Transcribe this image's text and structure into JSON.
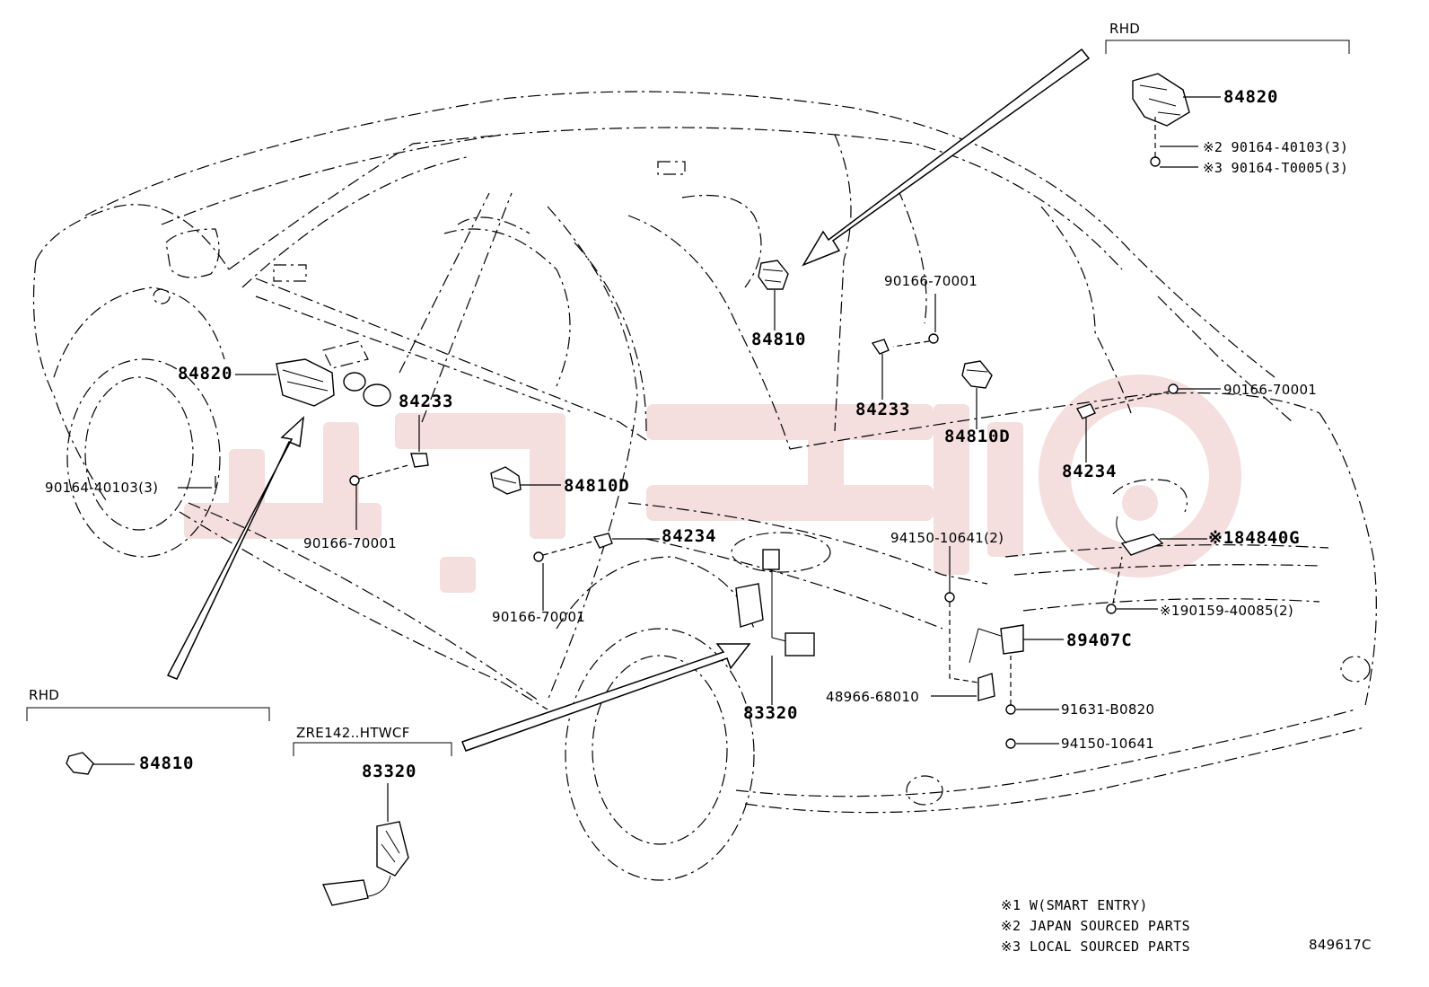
{
  "diagram_code": "849617C",
  "sections": {
    "rhd_top": "RHD",
    "rhd_left": "RHD",
    "zre": "ZRE142..HTWCF"
  },
  "labels": {
    "p84820_top": "84820",
    "p90164_40103_top": "※2 90164-40103(3)",
    "p90164_t0005_top": "※3 90164-T0005(3)",
    "p90166_70001_a": "90166-70001",
    "p84810_center": "84810",
    "p84233_right": "84233",
    "p84810D_right": "84810D",
    "p90166_70001_b": "90166-70001",
    "p84234_right": "84234",
    "p84820_left": "84820",
    "p84233_left": "84233",
    "p90164_40103_left": "90164-40103(3)",
    "p90166_70001_c": "90166-70001",
    "p84810D_left": "84810D",
    "p84234_center": "84234",
    "p94150_10641_2": "94150-10641(2)",
    "p84840G": "※184840G",
    "p90159_40085": "※190159-40085(2)",
    "p90166_70001_d": "90166-70001",
    "p89407C": "89407C",
    "p83320_center": "83320",
    "p48966_68010": "48966-68010",
    "p91631_B0820": "91631-B0820",
    "p94150_10641": "94150-10641",
    "p84810_left": "84810",
    "p83320_box": "83320"
  },
  "footnotes": {
    "n1": "※1  W(SMART ENTRY)",
    "n2": "※2  JAPAN SOURCED PARTS",
    "n3": "※3  LOCAL SOURCED PARTS"
  },
  "watermark_color": "#e8b4b4"
}
